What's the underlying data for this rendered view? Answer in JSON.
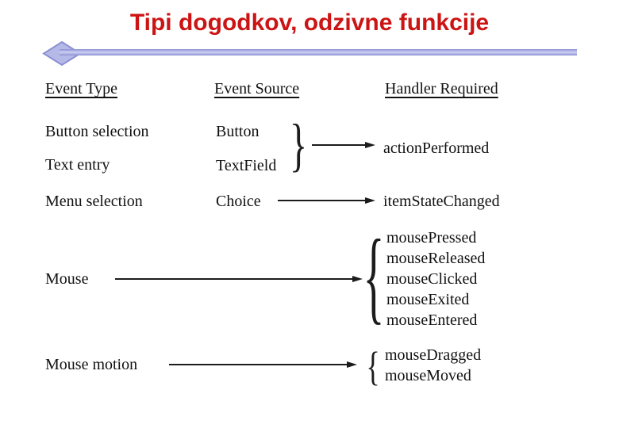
{
  "slide": {
    "title": "Tipi dogodkov, odzivne funkcije"
  },
  "colors": {
    "title": "#cc1414",
    "accent": "#b5b9e8",
    "accent_dark": "#8a90d2",
    "text": "#111111"
  },
  "diagram": {
    "headers": [
      "Event Type",
      "Event Source",
      "Handler Required"
    ],
    "action_group": {
      "rows": [
        {
          "type": "Button selection",
          "source": "Button"
        },
        {
          "type": "Text entry",
          "source": "TextField"
        }
      ],
      "handler": "actionPerformed"
    },
    "menu_row": {
      "type": "Menu selection",
      "source": "Choice",
      "handler": "itemStateChanged"
    },
    "mouse_row": {
      "type": "Mouse",
      "handlers": [
        "mousePressed",
        "mouseReleased",
        "mouseClicked",
        "mouseExited",
        "mouseEntered"
      ]
    },
    "mouse_motion_row": {
      "type": "Mouse motion",
      "handlers": [
        "mouseDragged",
        "mouseMoved"
      ]
    },
    "glyphs": {
      "right_brace": "}",
      "left_brace": "{"
    }
  }
}
